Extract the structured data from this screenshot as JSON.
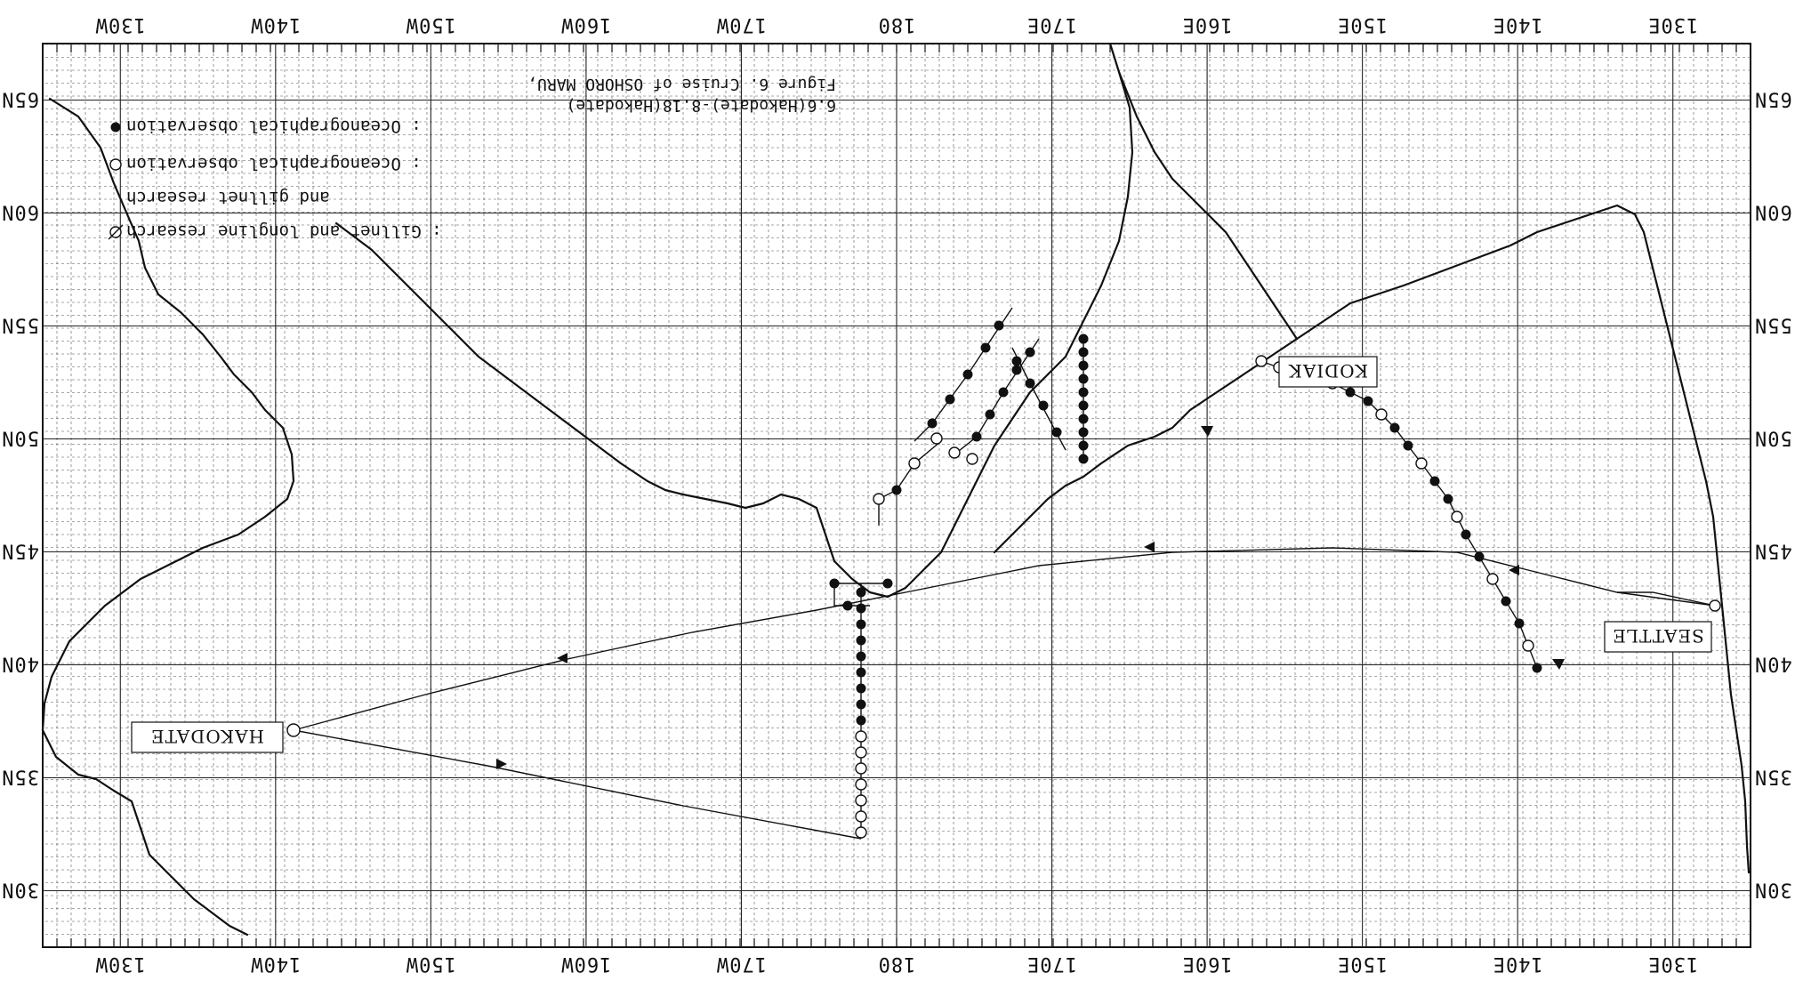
{
  "figure": {
    "title_line1": "Figure 6. Cruise of OSHORO MARU,",
    "title_line2": "6.6(Hakodate)-8.18(Hakodate)",
    "orientation_note": "rotated 180 degrees"
  },
  "axes": {
    "top_labels": [
      "130E",
      "140E",
      "150E",
      "160E",
      "170E",
      "180",
      "170W",
      "160W",
      "150W",
      "140W",
      "130W"
    ],
    "bottom_labels": [
      "130E",
      "140E",
      "150E",
      "160E",
      "170E",
      "180",
      "170W",
      "160W",
      "150W",
      "140W",
      "130W"
    ],
    "left_labels": [
      "30N",
      "35N",
      "40N",
      "45N",
      "50N",
      "55N",
      "60N",
      "65N"
    ],
    "right_labels": [
      "30N",
      "35N",
      "40N",
      "45N",
      "50N",
      "55N",
      "60N",
      "65N"
    ]
  },
  "ports": {
    "hakodate": "HAKODATE",
    "seattle": "SEATTLE",
    "kodiak": "KODIAK"
  },
  "legend": {
    "items": [
      {
        "symbol": "●",
        "text": ": Oceanographical observation"
      },
      {
        "symbol": "○",
        "text": ": Oceanographical observation"
      },
      {
        "symbol": "",
        "text": "and gillnet research"
      },
      {
        "symbol": "ø",
        "text": ": Gillnet and longline research"
      }
    ]
  },
  "colors": {
    "ink": "#111111",
    "paper": "#ffffff"
  },
  "icons": {
    "filled-station": "filled-circle-icon",
    "open-station": "open-circle-icon",
    "gillnet-longline": "slashed-circle-icon",
    "direction": "triangle-arrow-icon"
  }
}
